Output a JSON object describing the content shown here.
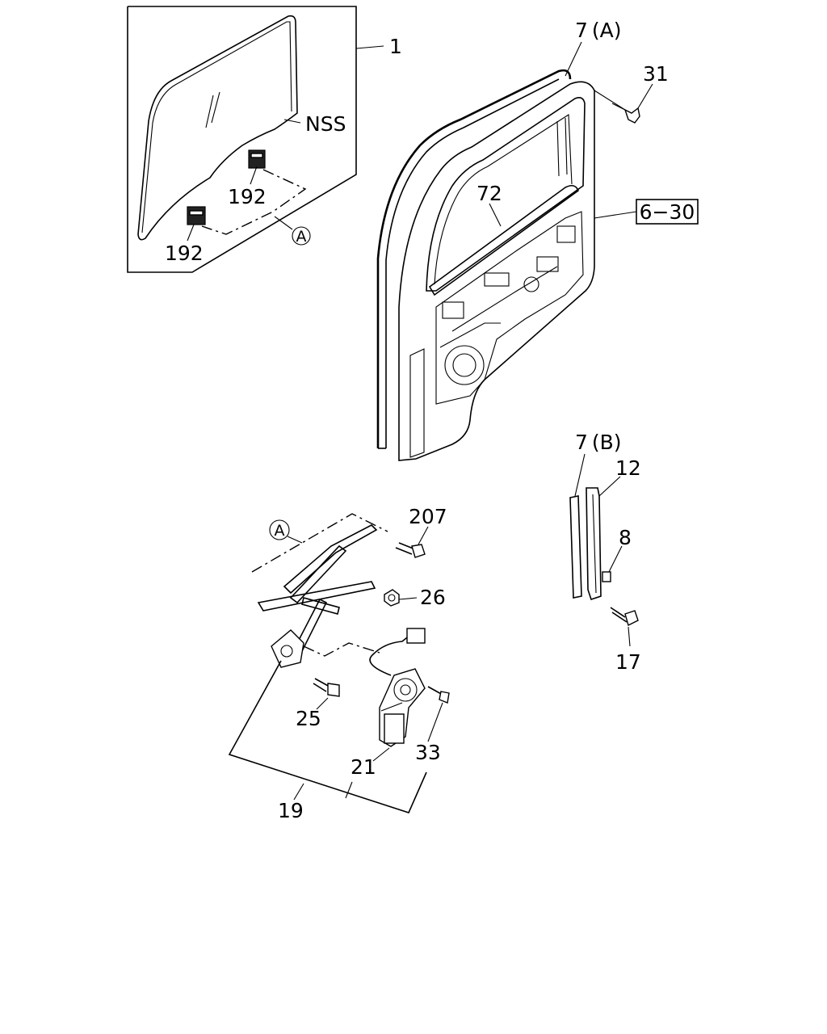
{
  "callouts": {
    "glass": "1",
    "nss": "NSS",
    "clip_upper": "192",
    "clip_lower": "192",
    "ref_a_top": "A",
    "weatherstrip_a": "7 (A)",
    "screw_31": "31",
    "seal_72": "72",
    "ref_6_30": "6−30",
    "ref_a_regulator": "A",
    "bolt_207": "207",
    "nut_26": "26",
    "bolt_25": "25",
    "motor_21": "21",
    "screw_33": "33",
    "assembly_19": "19",
    "channel_7b": "7 (B)",
    "channel_12": "12",
    "screw_8": "8",
    "bolt_17": "17"
  }
}
